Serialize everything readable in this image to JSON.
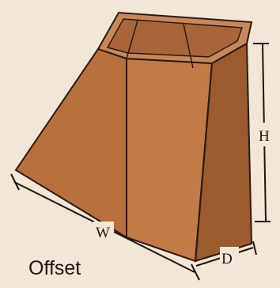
{
  "labels": {
    "width": "W",
    "height": "H",
    "depth": "D",
    "caption": "Offset"
  },
  "colors": {
    "background": "#f3e6d6",
    "body": "#b8703f",
    "body_shade": "#9c5a2f",
    "body_light": "#c27b48",
    "top_inner": "#c8875a",
    "outline": "#2a1a12"
  }
}
